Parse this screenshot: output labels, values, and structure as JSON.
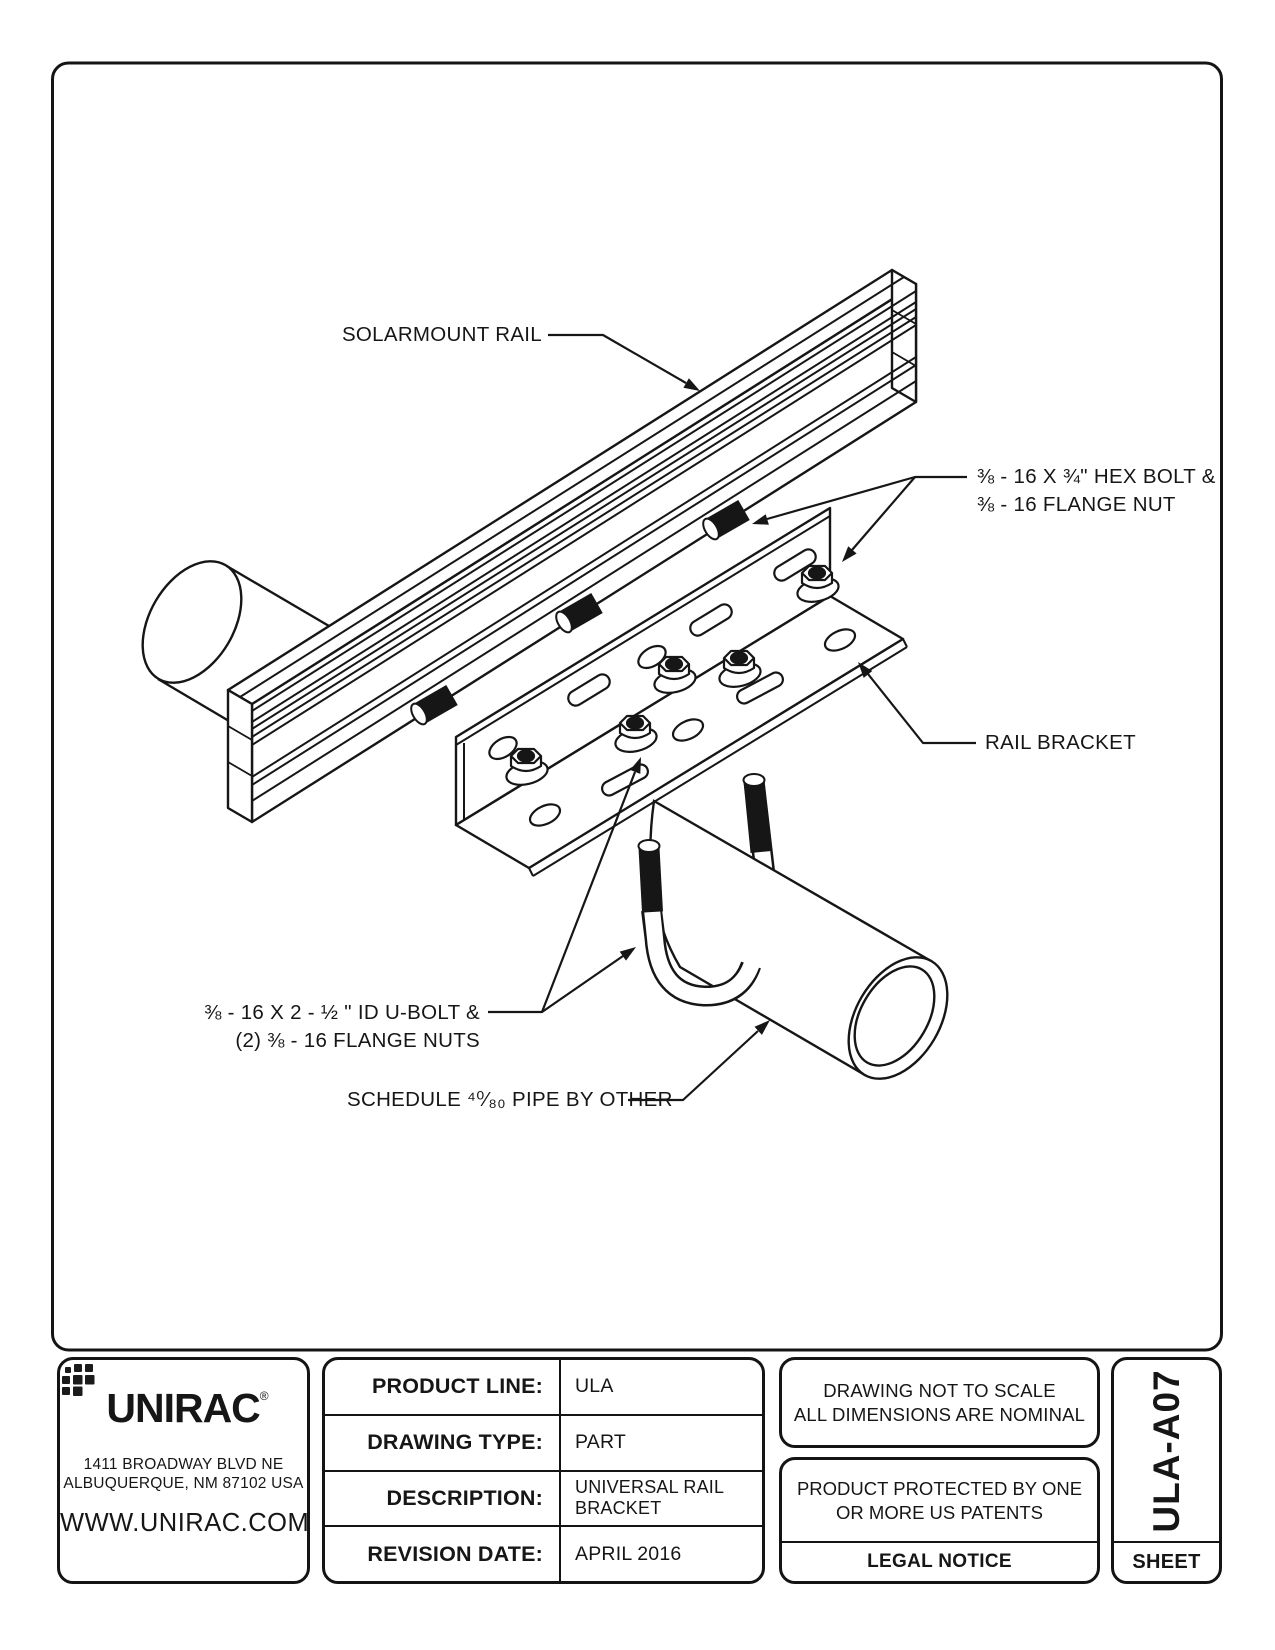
{
  "drawing": {
    "callouts": {
      "rail": "SOLARMOUNT RAIL",
      "hex_bolt_1": "⅜ - 16 X ¾\" HEX BOLT &",
      "hex_bolt_2": "⅜ - 16 FLANGE NUT",
      "bracket": "RAIL BRACKET",
      "ubolt_1": "⅜ - 16 X 2 - ½ \" ID U-BOLT &",
      "ubolt_2": "(2) ⅜ - 16 FLANGE NUTS",
      "pipe": "SCHEDULE ⁴⁰⁄₈₀ PIPE BY OTHER"
    },
    "parts": {
      "rail": "solarmount-rail",
      "bracket": "rail-bracket",
      "pipe": "schedule-pipe",
      "ubolt": "u-bolt",
      "hex_bolts": "hex-bolts",
      "flange_nuts": "flange-nuts"
    }
  },
  "title_block": {
    "company": {
      "logo_text": "UNIRAC",
      "logo_reg": "®",
      "address_1": "1411 BROADWAY BLVD NE",
      "address_2": "ALBUQUERQUE, NM 87102 USA",
      "website": "WWW.UNIRAC.COM"
    },
    "fields": [
      {
        "label": "PRODUCT LINE:",
        "value": "ULA"
      },
      {
        "label": "DRAWING TYPE:",
        "value": "PART"
      },
      {
        "label": "DESCRIPTION:",
        "value": "UNIVERSAL RAIL BRACKET"
      },
      {
        "label": "REVISION DATE:",
        "value": "APRIL 2016"
      }
    ],
    "notes": {
      "scale_1": "DRAWING NOT TO SCALE",
      "scale_2": "ALL DIMENSIONS ARE NOMINAL",
      "patent_1": "PRODUCT PROTECTED BY ONE",
      "patent_2": "OR MORE US PATENTS",
      "legal": "LEGAL NOTICE"
    },
    "sheet": {
      "number": "ULA-A07",
      "label": "SHEET"
    }
  },
  "colors": {
    "line": "#161616",
    "background": "#ffffff"
  }
}
